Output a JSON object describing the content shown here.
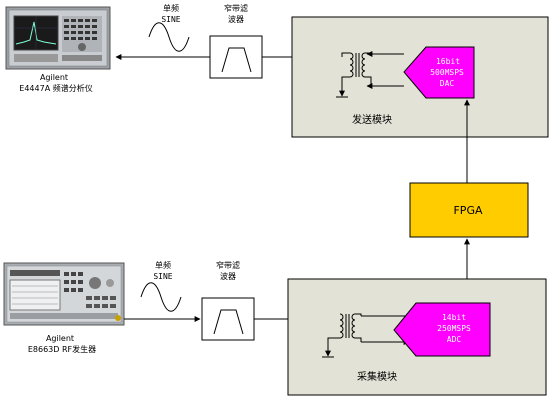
{
  "colors": {
    "module_fill": "#e3e2d6",
    "fpga_fill": "#ffcc00",
    "converter_fill": "#ff00ff",
    "line": "#000000",
    "converter_text": "#ffffff"
  },
  "analyzer": {
    "brand": "Agilent",
    "model": "E4447A 频谱分析仪"
  },
  "generator": {
    "brand": "Agilent",
    "model": "E8663D RF发生器"
  },
  "top_chain": {
    "signal_line1": "单频",
    "signal_line2": "SINE",
    "filter_line1": "窄带滤",
    "filter_line2": "波器"
  },
  "bottom_chain": {
    "signal_line1": "单频",
    "signal_line2": "SINE",
    "filter_line1": "窄带滤",
    "filter_line2": "波器"
  },
  "dac": {
    "line1": "16bit",
    "line2": "500MSPS",
    "line3": "DAC"
  },
  "adc": {
    "line1": "14bit",
    "line2": "250MSPS",
    "line3": "ADC"
  },
  "send_module": {
    "label": "发送模块"
  },
  "receive_module": {
    "label": "采集模块"
  },
  "fpga": {
    "label": "FPGA"
  },
  "icons": [
    "spectrum-analyzer-icon",
    "signal-generator-icon",
    "sine-wave-icon",
    "bandpass-filter-icon",
    "transformer-icon",
    "ground-arrow-icon"
  ]
}
